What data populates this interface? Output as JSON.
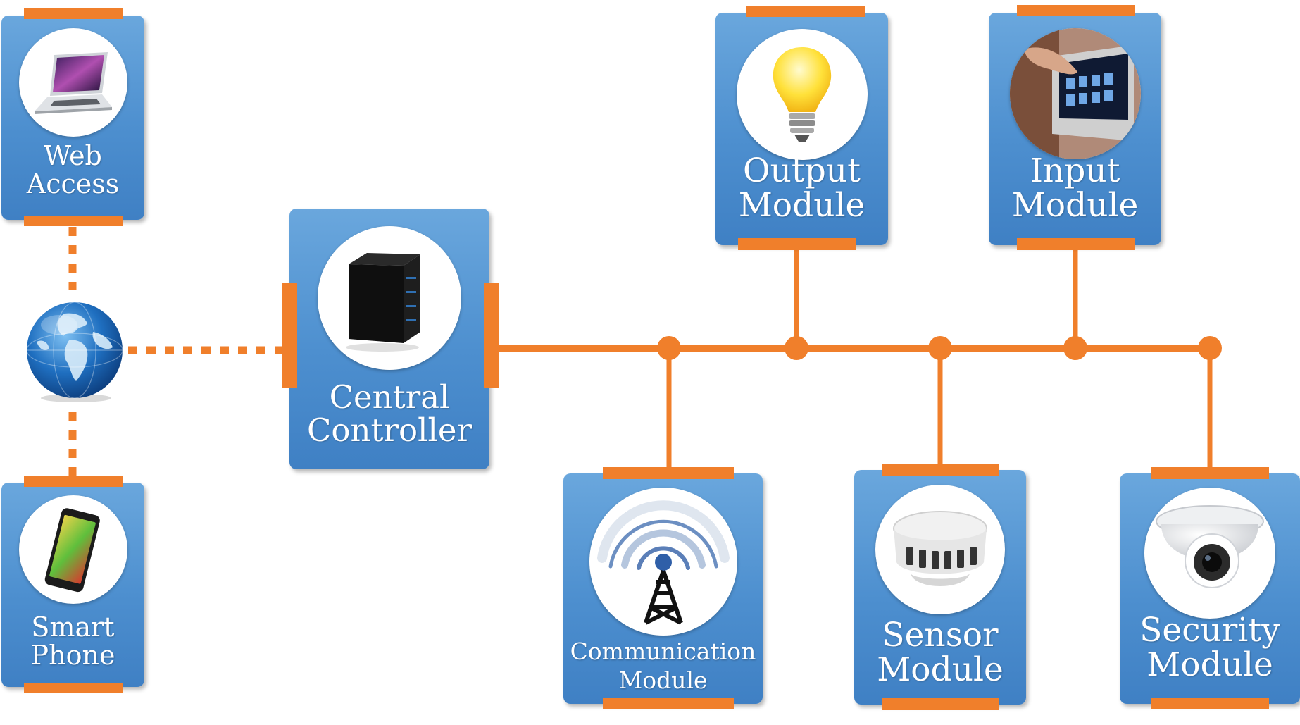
{
  "colors": {
    "card": "#4d8fcf",
    "connector": "#f07f2b",
    "text": "#ffffff"
  },
  "nodes": {
    "web_access": {
      "line1": "Web",
      "line2": "Access",
      "icon": "laptop-icon"
    },
    "smart_phone": {
      "line1": "Smart",
      "line2": "Phone",
      "icon": "smartphone-icon"
    },
    "internet": {
      "icon": "globe-icon"
    },
    "central_controller": {
      "line1": "Central",
      "line2": "Controller",
      "icon": "server-icon"
    },
    "output_module": {
      "line1": "Output",
      "line2": "Module",
      "icon": "light-bulb-icon"
    },
    "input_module": {
      "line1": "Input",
      "line2": "Module",
      "icon": "touch-panel-icon"
    },
    "communication_module": {
      "line1": "Communication",
      "line2": "Module",
      "icon": "antenna-tower-icon"
    },
    "sensor_module": {
      "line1": "Sensor",
      "line2": "Module",
      "icon": "smoke-detector-icon"
    },
    "security_module": {
      "line1": "Security",
      "line2": "Module",
      "icon": "dome-camera-icon"
    }
  }
}
